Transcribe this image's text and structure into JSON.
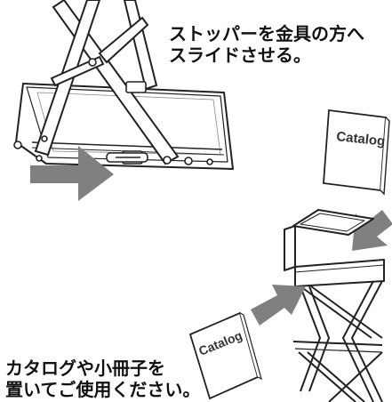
{
  "instructions": {
    "top": [
      "ストッパーを金具の方へ",
      "スライドさせる。"
    ],
    "bottom": [
      "カタログや小冊子を",
      "置いてご使用ください。"
    ]
  },
  "books": {
    "top_label": "Catalog",
    "bottom_label": "Catalog"
  },
  "colors": {
    "arrow": "#808080",
    "line": "#222222"
  }
}
